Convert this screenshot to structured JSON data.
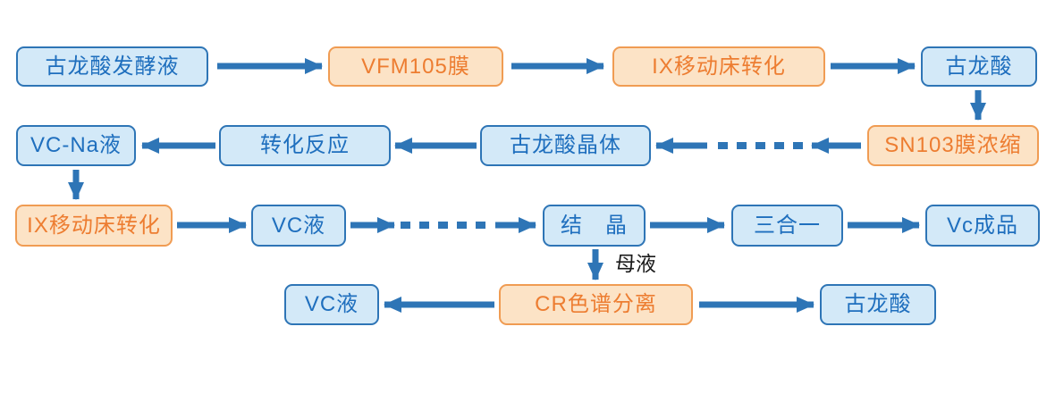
{
  "diagram": {
    "nodes": {
      "fermentation_broth": {
        "label": "古龙酸发酵液"
      },
      "vfm105_membrane": {
        "label": "VFM105膜"
      },
      "ix_moving_bed_conversion_1": {
        "label": "IX移动床转化"
      },
      "gulonic_acid_1": {
        "label": "古龙酸"
      },
      "sn103_membrane_concentration": {
        "label": "SN103膜浓缩"
      },
      "gulonic_acid_crystal": {
        "label": "古龙酸晶体"
      },
      "conversion_reaction": {
        "label": "转化反应"
      },
      "vc_na_solution": {
        "label": "VC-Na液"
      },
      "ix_moving_bed_conversion_2": {
        "label": "IX移动床转化"
      },
      "vc_solution_1": {
        "label": "VC液"
      },
      "crystallization": {
        "label": "结　晶"
      },
      "three_in_one": {
        "label": "三合一"
      },
      "vc_finished_product": {
        "label": "Vc成品"
      },
      "vc_solution_2": {
        "label": "VC液"
      },
      "cr_chromatographic_separation": {
        "label": "CR色谱分离"
      },
      "gulonic_acid_2": {
        "label": "古龙酸"
      }
    },
    "labels": {
      "mother_liquor": "母液"
    },
    "colors": {
      "stream_fill": "#D3E9F8",
      "stream_border": "#2E75B6",
      "stream_text": "#1F6FBE",
      "process_fill": "#FCE3C6",
      "process_border": "#F09C53",
      "process_text": "#ED7D31",
      "arrow": "#2E75B6",
      "annotation_text": "#1A1A1A"
    }
  }
}
